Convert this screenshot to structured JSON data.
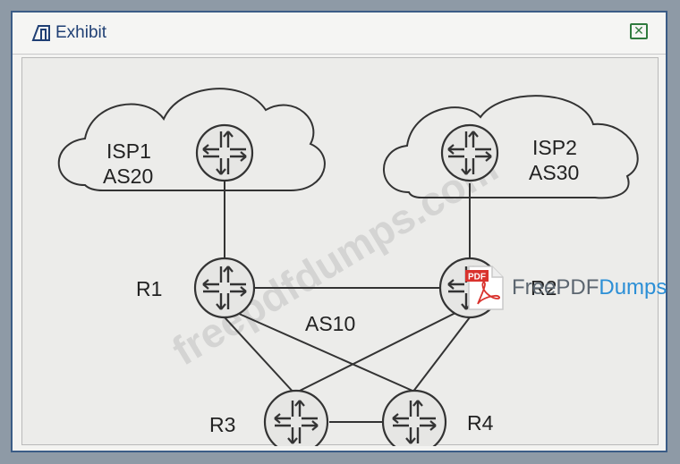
{
  "window": {
    "title": "Exhibit",
    "close_label": "✕"
  },
  "diagram": {
    "clouds": [
      {
        "id": "isp1",
        "line1": "ISP1",
        "line2": "AS20"
      },
      {
        "id": "isp2",
        "line1": "ISP2",
        "line2": "AS30"
      }
    ],
    "routers": [
      "R1",
      "R2",
      "R3",
      "R4"
    ],
    "as_label": "AS10",
    "links": [
      [
        "ISP1",
        "R1"
      ],
      [
        "ISP2",
        "R2"
      ],
      [
        "R1",
        "R2"
      ],
      [
        "R1",
        "R3"
      ],
      [
        "R1",
        "R4"
      ],
      [
        "R2",
        "R3"
      ],
      [
        "R2",
        "R4"
      ],
      [
        "R3",
        "R4"
      ]
    ]
  },
  "watermark": {
    "diagonal_text": "freepdfdumps.com",
    "badge_text": "PDF",
    "brand_prefix": "Free",
    "brand_mid": "PDF",
    "brand_suffix": "Dumps"
  },
  "colors": {
    "window_border": "#3b5c86",
    "title_text": "#1f3f74",
    "close_icon": "#2f7a3d",
    "brand_accent": "#2c8fd6",
    "badge": "#d9322d"
  }
}
